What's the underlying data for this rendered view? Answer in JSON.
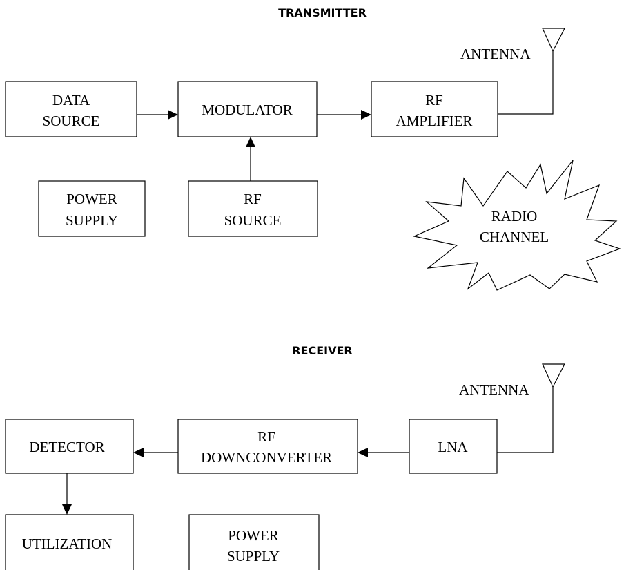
{
  "transmitter": {
    "heading": "TRANSMITTER",
    "data_source": [
      "DATA",
      "SOURCE"
    ],
    "modulator": "MODULATOR",
    "rf_amplifier": [
      "RF",
      "AMPLIFIER"
    ],
    "power_supply": [
      "POWER",
      "SUPPLY"
    ],
    "rf_source": [
      "RF",
      "SOURCE"
    ],
    "antenna": "ANTENNA"
  },
  "channel": [
    "RADIO",
    "CHANNEL"
  ],
  "receiver": {
    "heading": "RECEIVER",
    "antenna": "ANTENNA",
    "detector": "DETECTOR",
    "rf_downconverter": [
      "RF",
      "DOWNCONVERTER"
    ],
    "lna": "LNA",
    "utilization": "UTILIZATION",
    "power_supply": [
      "POWER",
      "SUPPLY"
    ]
  }
}
